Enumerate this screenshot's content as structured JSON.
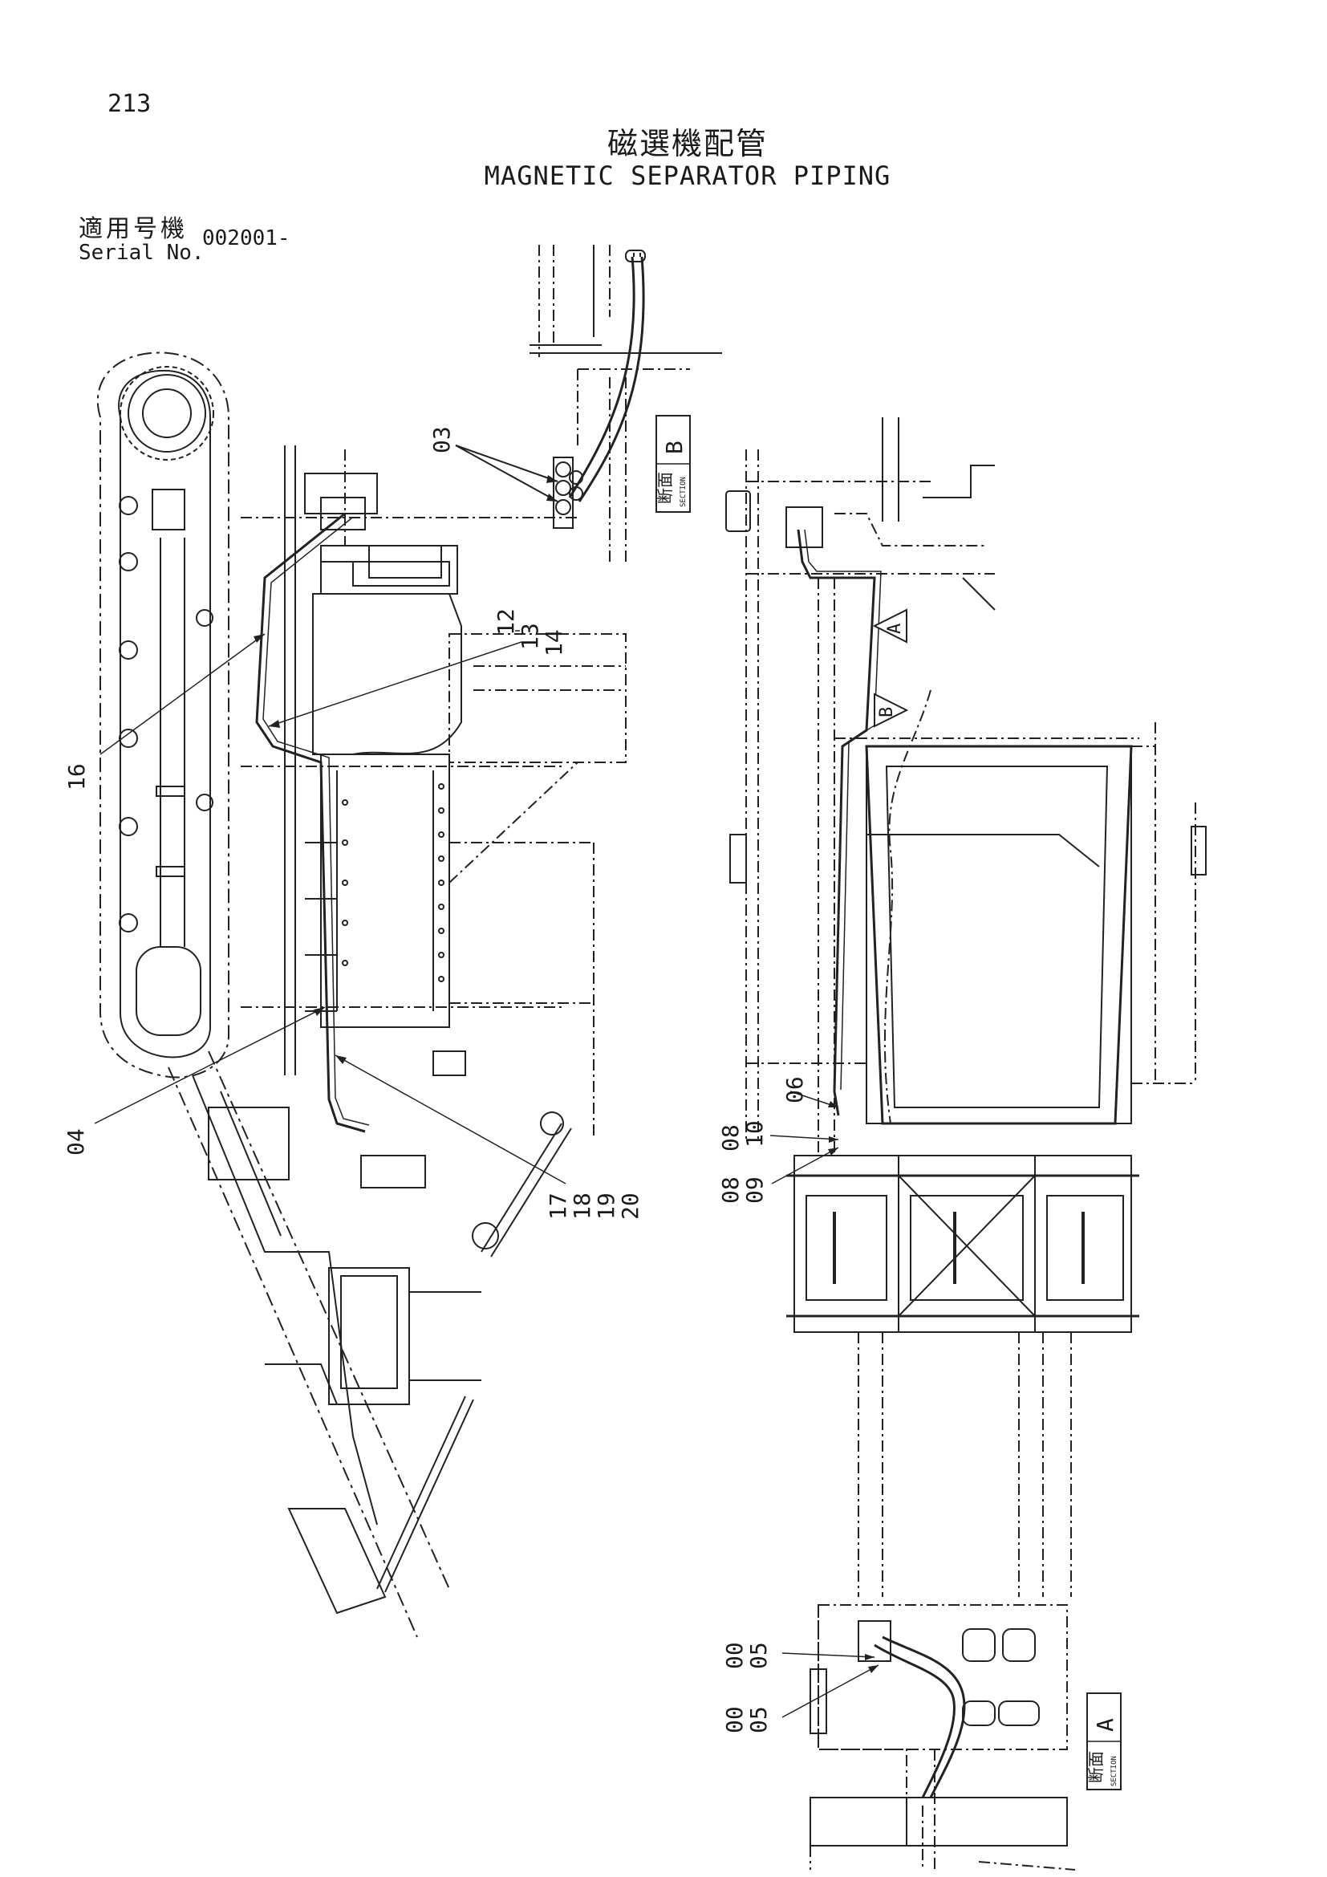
{
  "header": {
    "page_number": "213",
    "title_ja": "磁選機配管",
    "title_en": "MAGNETIC SEPARATOR PIPING",
    "serial_label_ja": "適用号機",
    "serial_label_en": "Serial No.",
    "serial_value": "002001-"
  },
  "callouts": {
    "c03": "03",
    "c12": "12",
    "c13": "13",
    "c14": "14",
    "c16": "16",
    "c04": "04",
    "c17": "17",
    "c18": "18",
    "c19": "19",
    "c20": "20",
    "c06": "06",
    "c08a": "08",
    "c10": "10",
    "c08b": "08",
    "c09": "09",
    "c00a": "00",
    "c05a": "05",
    "c00b": "00",
    "c05b": "05"
  },
  "sections": {
    "b": {
      "ja": "断面",
      "en": "SECTION",
      "letter": "B"
    },
    "a": {
      "ja": "断面",
      "en": "SECTION",
      "letter": "A"
    }
  },
  "view_arrows": {
    "a": "A",
    "b": "B"
  }
}
